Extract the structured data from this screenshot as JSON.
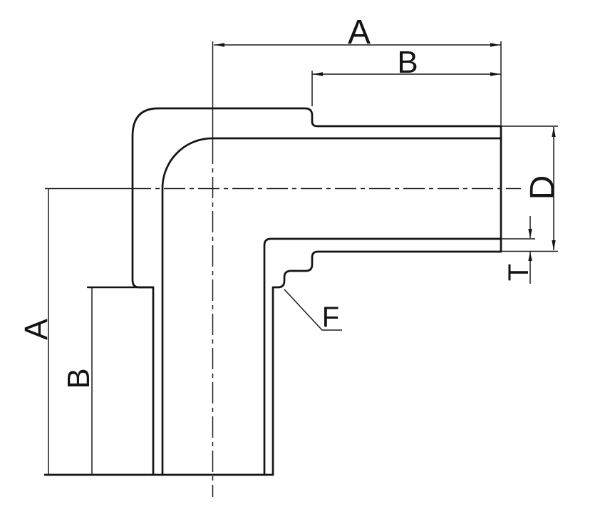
{
  "drawing": {
    "description": "Technical engineering line drawing of a 90-degree elbow pipe fitting, male threaded on both ends, shown in side elevation with dash-dot centerlines",
    "background_color": "#ffffff",
    "line_color": "#141414",
    "labels": {
      "dim_a_top": "A",
      "dim_b_top": "B",
      "dim_a_left": "A",
      "dim_b_left": "B",
      "dim_d_right": "D",
      "dim_t_right": "T",
      "feature_f": "F"
    }
  }
}
